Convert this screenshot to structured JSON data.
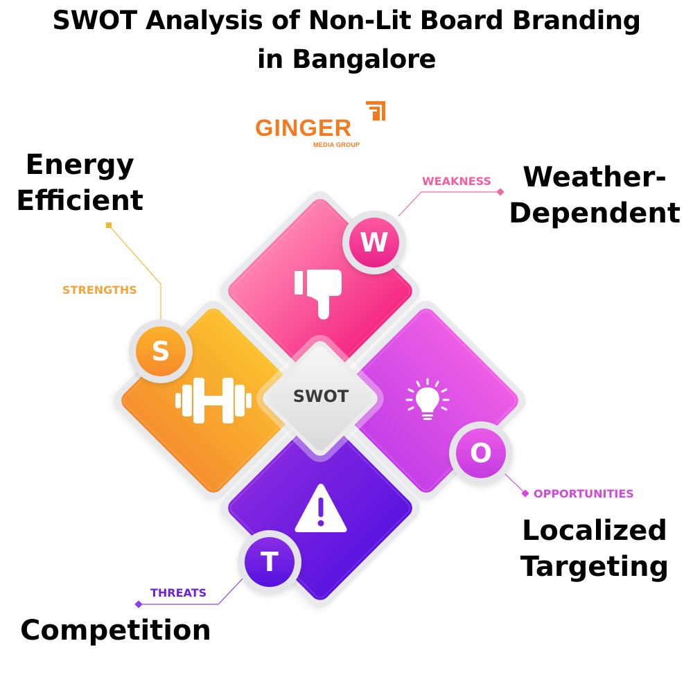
{
  "title": {
    "line1": "SWOT Analysis of Non-Lit Board Branding",
    "line2": "in Bangalore"
  },
  "logo": {
    "word": "GINGER",
    "subtitle": "MEDIA GROUP",
    "color": "#f47a20"
  },
  "center": {
    "label": "SWOT"
  },
  "quadrants": {
    "strengths": {
      "letter": "S",
      "category": "STRENGTHS",
      "point_line1": "Energy",
      "point_line2": "Efficient",
      "icon": "dumbbell-icon",
      "color": "#f5a623"
    },
    "weakness": {
      "letter": "W",
      "category": "WEAKNESS",
      "point_line1": "Weather-",
      "point_line2": "Dependent",
      "icon": "thumbs-down-icon",
      "color": "#f0408f"
    },
    "opportunities": {
      "letter": "O",
      "category": "OPPORTUNITIES",
      "point_line1": "Localized",
      "point_line2": "Targeting",
      "icon": "lightbulb-icon",
      "color": "#d84ae0"
    },
    "threats": {
      "letter": "T",
      "category": "THREATS",
      "point_line1": "Competition",
      "icon": "warning-icon",
      "color": "#6d1fe0"
    }
  }
}
